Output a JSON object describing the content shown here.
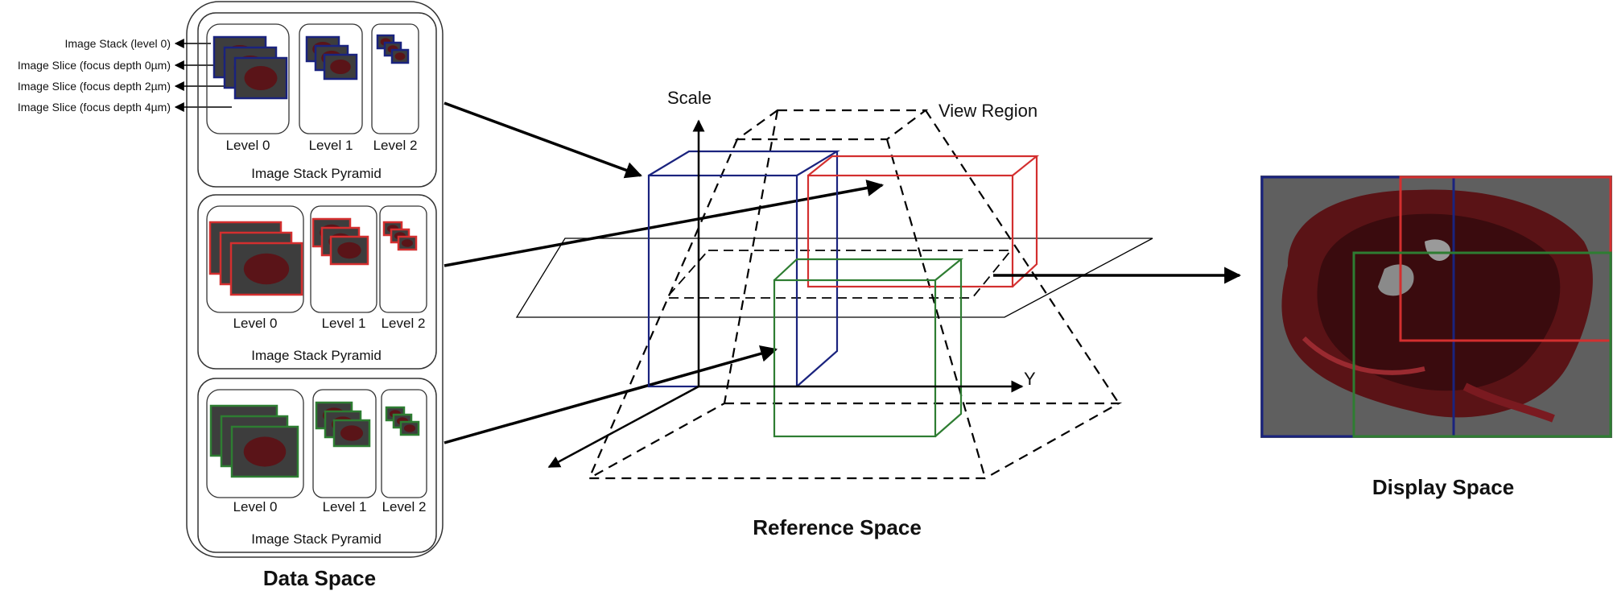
{
  "data_space": {
    "title": "Data Space",
    "annotations": [
      "Image Stack (level 0)",
      "Image Slice (focus depth 0µm)",
      "Image Slice (focus depth 2µm)",
      "Image Slice (focus depth 4µm)"
    ],
    "pyramids": [
      {
        "caption": "Image Stack Pyramid",
        "color": "#1a237e",
        "levels": [
          "Level 0",
          "Level 1",
          "Level 2"
        ]
      },
      {
        "caption": "Image Stack Pyramid",
        "color": "#d32f2f",
        "levels": [
          "Level 0",
          "Level 1",
          "Level 2"
        ]
      },
      {
        "caption": "Image Stack Pyramid",
        "color": "#2e7d32",
        "levels": [
          "Level 0",
          "Level 1",
          "Level 2"
        ]
      }
    ]
  },
  "reference_space": {
    "title": "Reference Space",
    "scale_axis_label": "Scale",
    "y_axis_label": "Y",
    "view_region_label": "View Region",
    "box_colors": [
      "#1a237e",
      "#d32f2f",
      "#2e7d32"
    ]
  },
  "display_space": {
    "title": "Display Space",
    "frame_colors": [
      "#1a237e",
      "#d32f2f",
      "#2e7d32"
    ]
  }
}
